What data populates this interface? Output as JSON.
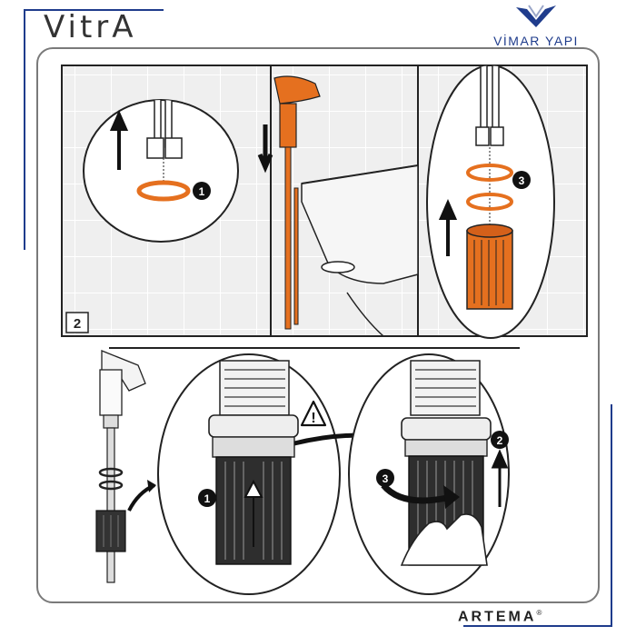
{
  "brand": {
    "vitra": "VitrA",
    "vimar": "VİMAR YAPI",
    "artema": "ARTEMA",
    "artema_mark": "®"
  },
  "colors": {
    "accent_orange": "#e5701f",
    "frame_blue": "#1f3c8c",
    "outline": "#222222",
    "tile": "#eeeeee"
  },
  "diagram": {
    "step_label": "2",
    "callouts": {
      "seal_top": "1",
      "seals_right": "3",
      "push_up": "1",
      "lift_up": "2",
      "rotate": "3"
    },
    "warning": "!"
  },
  "icons": [
    "up-arrow-icon",
    "down-arrow-icon",
    "warning-icon",
    "curved-arrow-icon",
    "rotate-arrow-icon",
    "hand-icon"
  ]
}
